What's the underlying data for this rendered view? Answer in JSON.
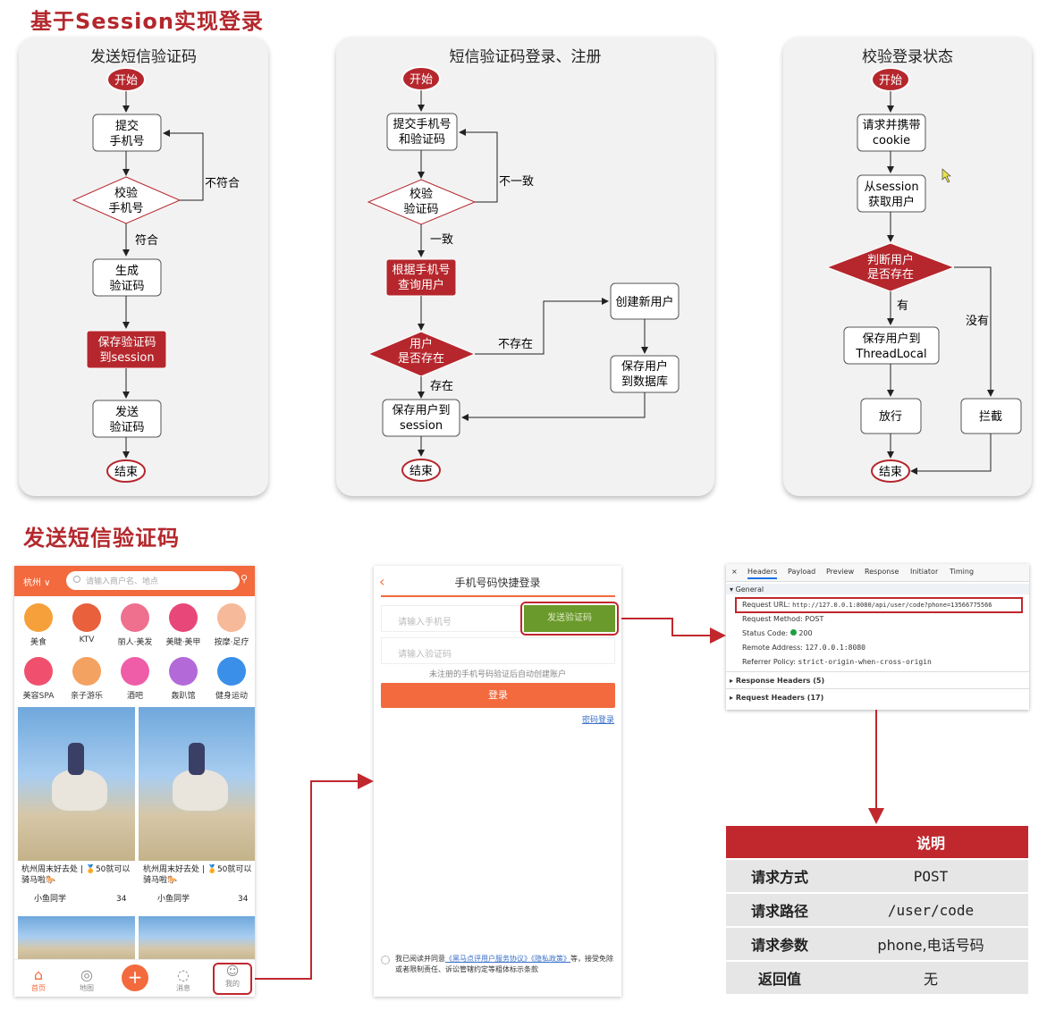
{
  "title_top": "基于Session实现登录",
  "title_bottom": "发送短信验证码",
  "flow1": {
    "title": "发送短信验证码",
    "start": "开始",
    "submit": [
      "提交",
      "手机号"
    ],
    "check": [
      "校验",
      "手机号"
    ],
    "fail": "不符合",
    "ok": "符合",
    "gen": [
      "生成",
      "验证码"
    ],
    "save": [
      "保存验证码",
      "到session"
    ],
    "send": [
      "发送",
      "验证码"
    ],
    "end": "结束"
  },
  "flow2": {
    "title": "短信验证码登录、注册",
    "start": "开始",
    "submit": [
      "提交手机号",
      "和验证码"
    ],
    "check": [
      "校验",
      "验证码"
    ],
    "mismatch": "不一致",
    "match": "一致",
    "query": [
      "根据手机号",
      "查询用户"
    ],
    "exists_q": [
      "用户",
      "是否存在"
    ],
    "not_exists": "不存在",
    "exists": "存在",
    "create": "创建新用户",
    "save_db": [
      "保存用户",
      "到数据库"
    ],
    "save_session": [
      "保存用户到",
      "session"
    ],
    "end": "结束"
  },
  "flow3": {
    "title": "校验登录状态",
    "start": "开始",
    "req": [
      "请求并携带",
      "cookie"
    ],
    "get": [
      "从session",
      "获取用户"
    ],
    "judge": [
      "判断用户",
      "是否存在"
    ],
    "yes": "有",
    "no": "没有",
    "save_tl": [
      "保存用户到",
      "ThreadLocal"
    ],
    "pass": "放行",
    "block": "拦截",
    "end": "结束"
  },
  "phone": {
    "city": "杭州 ∨",
    "search_placeholder": "请输入商户名、地点",
    "categories": [
      {
        "label": "美食",
        "color": "#f5a03a"
      },
      {
        "label": "KTV",
        "color": "#e8603c"
      },
      {
        "label": "丽人·美发",
        "color": "#ef6f8f"
      },
      {
        "label": "美睫·美甲",
        "color": "#e8477a"
      },
      {
        "label": "按摩·足疗",
        "color": "#f6b99a"
      },
      {
        "label": "美容SPA",
        "color": "#f0506e"
      },
      {
        "label": "亲子游乐",
        "color": "#f4a261"
      },
      {
        "label": "酒吧",
        "color": "#ef5da8"
      },
      {
        "label": "轰趴馆",
        "color": "#b36ad8"
      },
      {
        "label": "健身运动",
        "color": "#3a8fe8"
      }
    ],
    "feed": [
      {
        "caption": "杭州周末好去处 | 🏅50就可以骑马啦🐎",
        "author": "小鱼同学",
        "likes": "34"
      },
      {
        "caption": "杭州周末好去处 | 🏅50就可以骑马啦🐎",
        "author": "小鱼同学",
        "likes": "34"
      }
    ],
    "tabs": [
      "首页",
      "地图",
      "+",
      "消息",
      "我的"
    ]
  },
  "login": {
    "title": "手机号码快捷登录",
    "phone_placeholder": "请输入手机号",
    "send_button": "发送验证码",
    "code_placeholder": "请输入验证码",
    "hint": "未注册的手机号码验证后自动创建账户",
    "login_button": "登录",
    "pwd_login": "密码登录",
    "agreement_prefix": "我已阅读并同意",
    "agreement_link1": "《黑马点评用户服务协议》",
    "agreement_link2": "《隐私政策》",
    "agreement_rest": "等，接受免除或者限制责任、诉讼管辖约定等粗体标示条款"
  },
  "devtools": {
    "close": "×",
    "tabs": [
      "Headers",
      "Payload",
      "Preview",
      "Response",
      "Initiator",
      "Timing"
    ],
    "general": "General",
    "request_url_label": "Request URL:",
    "request_url": "http://127.0.0.1:8080/api/user/code?phone=13566775566",
    "method_label": "Request Method:",
    "method": "POST",
    "status_label": "Status Code:",
    "status": "200",
    "remote_label": "Remote Address:",
    "remote": "127.0.0.1:8080",
    "referrer_label": "Referrer Policy:",
    "referrer": "strict-origin-when-cross-origin",
    "response_headers": "Response Headers (5)",
    "request_headers": "Request Headers (17)"
  },
  "table": {
    "header": "说明",
    "rows": [
      {
        "key": "请求方式",
        "value": "POST"
      },
      {
        "key": "请求路径",
        "value": "/user/code"
      },
      {
        "key": "请求参数",
        "value": "phone,电话号码"
      },
      {
        "key": "返回值",
        "value": "无"
      }
    ]
  },
  "colors": {
    "accent": "#b3282d",
    "node_fill": "#b5272d",
    "phone_orange": "#f26a3d",
    "send_green": "#6a9a2b"
  }
}
